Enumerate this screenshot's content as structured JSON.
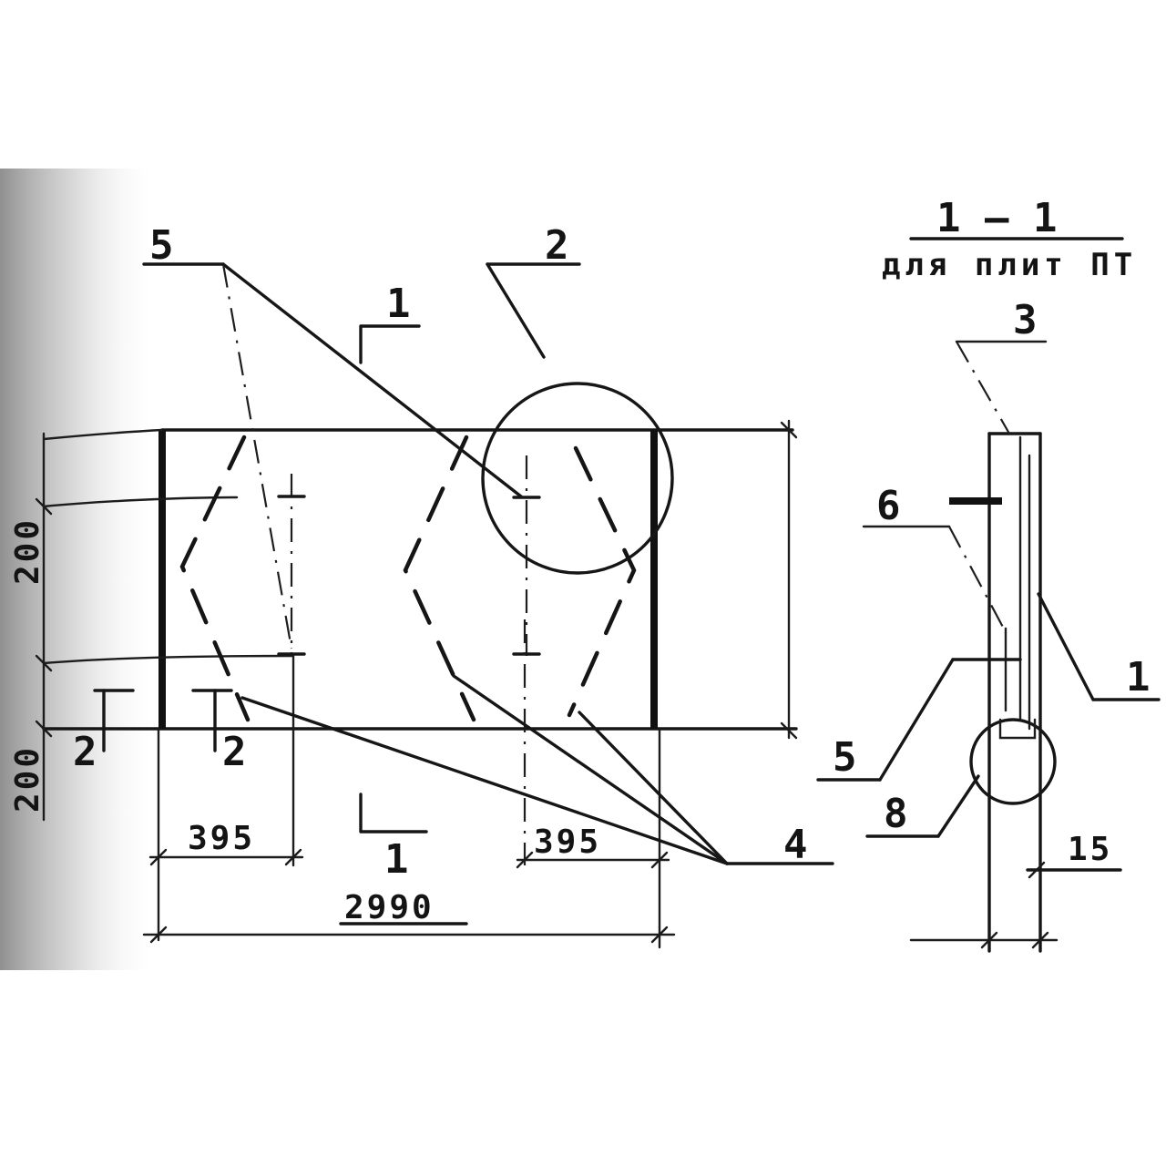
{
  "section_title": "1 — 1",
  "section_subtitle": "для плит ПТ",
  "callouts": {
    "c5_top": "5",
    "c2_top": "2",
    "cut1_top": "1",
    "cut1_bottom": "1",
    "cut2_left": "2",
    "cut2_right": "2",
    "c4": "4",
    "c3": "3",
    "c6": "6",
    "c1": "1",
    "c5_side": "5",
    "c8": "8"
  },
  "dimensions": {
    "top_offset": "200",
    "bottom_offset": "200",
    "left_span": "395",
    "right_span": "395",
    "overall_length": "2990",
    "side_width": "15"
  },
  "colors": {
    "ink": "#161616",
    "paper": "#ffffff",
    "shade": "#9a9a9a"
  }
}
